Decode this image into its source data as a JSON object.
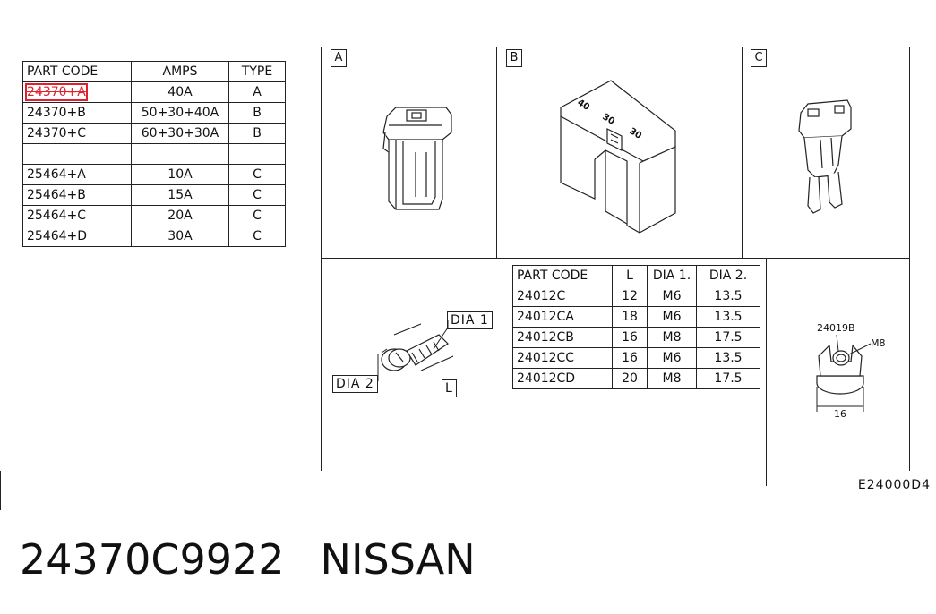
{
  "fuse_table": {
    "headers": [
      "PART CODE",
      "AMPS",
      "TYPE"
    ],
    "rows": [
      {
        "code": "24370+A",
        "amps": "40A",
        "type": "A"
      },
      {
        "code": "24370+B",
        "amps": "50+30+40A",
        "type": "B"
      },
      {
        "code": "24370+C",
        "amps": "60+30+30A",
        "type": "B"
      },
      {
        "code": "",
        "amps": "",
        "type": ""
      },
      {
        "code": "25464+A",
        "amps": "10A",
        "type": "C"
      },
      {
        "code": "25464+B",
        "amps": "15A",
        "type": "C"
      },
      {
        "code": "25464+C",
        "amps": "20A",
        "type": "C"
      },
      {
        "code": "25464+D",
        "amps": "30A",
        "type": "C"
      }
    ]
  },
  "panels": {
    "a": {
      "label": "A"
    },
    "b": {
      "label": "B",
      "fuse_values": [
        "40",
        "30",
        "30"
      ]
    },
    "c": {
      "label": "C"
    }
  },
  "bolt_table": {
    "headers": [
      "PART CODE",
      "L",
      "DIA 1.",
      "DIA 2."
    ],
    "rows": [
      {
        "code": "24012C",
        "l": "12",
        "dia1": "M6",
        "dia2": "13.5"
      },
      {
        "code": "24012CA",
        "l": "18",
        "dia1": "M6",
        "dia2": "13.5"
      },
      {
        "code": "24012CB",
        "l": "16",
        "dia1": "M8",
        "dia2": "17.5"
      },
      {
        "code": "24012CC",
        "l": "16",
        "dia1": "M6",
        "dia2": "13.5"
      },
      {
        "code": "24012CD",
        "l": "20",
        "dia1": "M8",
        "dia2": "17.5"
      }
    ]
  },
  "bolt_callouts": {
    "dia1": "DIA 1",
    "dia2": "DIA 2",
    "l": "L"
  },
  "nut": {
    "code": "24019B",
    "thread": "M8",
    "width": "16"
  },
  "diagram_id": "E24000D4",
  "footer": {
    "part_number": "24370C9922",
    "brand": "NISSAN"
  },
  "colors": {
    "line": "#222222",
    "highlight": "#e0202a"
  }
}
